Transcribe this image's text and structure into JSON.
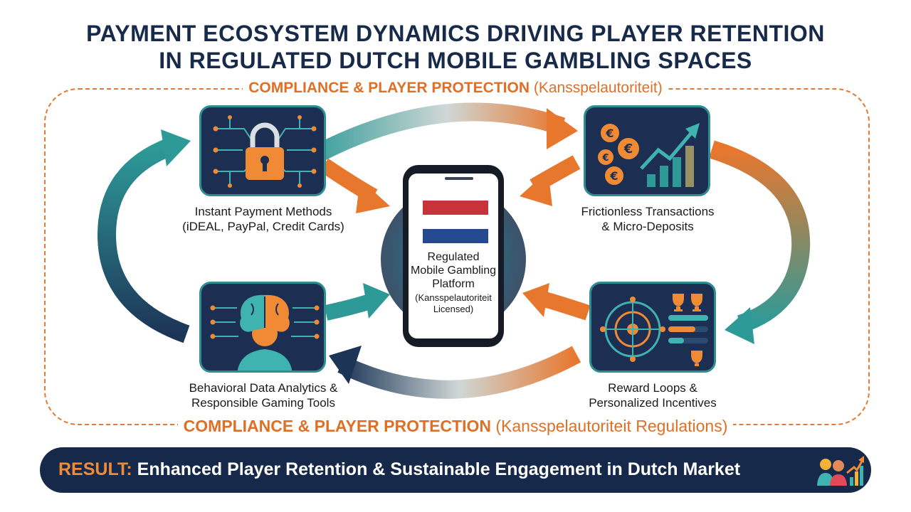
{
  "title": {
    "line1": "PAYMENT ECOSYSTEM DYNAMICS DRIVING PLAYER RETENTION",
    "line2": "IN REGULATED DUTCH MOBILE GAMBLING SPACES"
  },
  "compliance_top": {
    "main": "COMPLIANCE & PLAYER PROTECTION",
    "sub": "(Kansspelautoriteit)"
  },
  "compliance_bottom": {
    "main": "COMPLIANCE & PLAYER PROTECTION",
    "sub": "(Kansspelautoriteit Regulations)"
  },
  "nodes": {
    "instant_payments": {
      "line1": "Instant Payment Methods",
      "line2": "(iDEAL, PayPal, Credit Cards)",
      "icon": "padlock-circuit-icon"
    },
    "frictionless": {
      "line1": "Frictionless Transactions",
      "line2": "& Micro-Deposits",
      "icon": "euro-coins-growth-chart-icon"
    },
    "behavioral": {
      "line1": "Behavioral Data Analytics &",
      "line2": "Responsible Gaming Tools",
      "icon": "brain-circuit-person-icon"
    },
    "rewards": {
      "line1": "Reward Loops &",
      "line2": "Personalized Incentives",
      "icon": "target-trophy-icon"
    }
  },
  "center": {
    "line1": "Regulated",
    "line2": "Mobile Gambling",
    "line3": "Platform",
    "sub1": "(Kansspelautoriteit",
    "sub2": "Licensed)",
    "flag_colors": [
      "#c8323a",
      "#ffffff",
      "#264a90"
    ]
  },
  "result": {
    "label": "RESULT:",
    "text": "Enhanced Player Retention & Sustainable Engagement in Dutch Market",
    "icon": "people-growth-chart-icon"
  },
  "colors": {
    "navy": "#172a4a",
    "orange": "#e8772e",
    "teal": "#2e9a98",
    "card": "#1c2f52"
  }
}
